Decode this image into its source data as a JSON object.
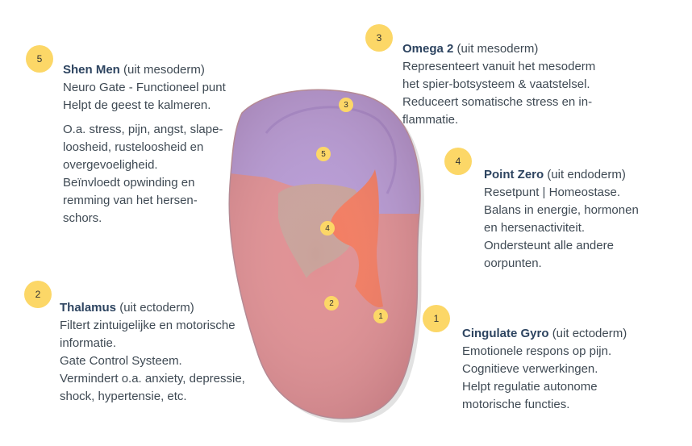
{
  "badges": {
    "shen_men": "5",
    "omega2": "3",
    "point_zero": "4",
    "thalamus": "2",
    "cingulate": "1"
  },
  "ear_points": [
    "3",
    "5",
    "4",
    "2",
    "1"
  ],
  "shen_men": {
    "title": "Shen Men",
    "origin": "(uit mesoderm)",
    "lines": [
      "Neuro Gate - Functioneel punt",
      "Helpt de geest te kalmeren."
    ],
    "lines2": [
      "O.a. stress, pijn, angst, slape-",
      "loosheid, rusteloosheid en",
      "overgevoeligheid.",
      "Beïnvloedt opwinding en",
      "remming van het hersen-",
      "schors."
    ]
  },
  "omega2": {
    "title": "Omega 2",
    "origin": "(uit mesoderm)",
    "lines": [
      "Representeert vanuit het mesoderm",
      "het spier-botsysteem & vaatstelsel.",
      "Reduceert somatische stress en in-",
      "flammatie."
    ]
  },
  "point_zero": {
    "title": "Point Zero",
    "origin": "(uit endoderm)",
    "lines": [
      "Resetpunt | Homeostase.",
      "Balans in energie, hormonen",
      "en hersenactiviteit.",
      "Ondersteunt alle andere",
      "oorpunten."
    ]
  },
  "thalamus": {
    "title": "Thalamus",
    "origin": "(uit ectoderm)",
    "lines": [
      "Filtert zintuigelijke en motorische",
      "informatie.",
      "Gate Control Systeem.",
      "Vermindert o.a. anxiety, depressie,",
      "shock, hypertensie, etc."
    ]
  },
  "cingulate": {
    "title": "Cingulate Gyro",
    "origin": "(uit ectoderm)",
    "lines": [
      "Emotionele respons op pijn.",
      "Cognitieve verwerkingen.",
      "Helpt regulatie autonome",
      "motorische functies."
    ]
  },
  "colors": {
    "badge": "#fcd767",
    "title": "#2d4460",
    "text": "#3f4a54",
    "mesoderm_zone": "#b69ad6",
    "ectoderm_zone": "#e08f92",
    "endoderm_zone": "#f47a5e"
  }
}
